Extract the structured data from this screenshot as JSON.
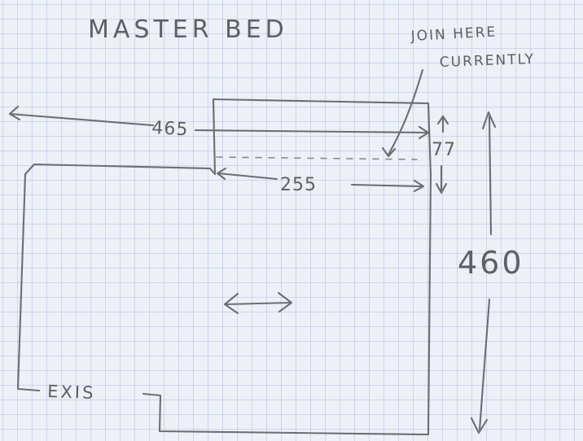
{
  "title": "MASTER BED",
  "note": {
    "line1": "JOIN HERE",
    "line2": "CURRENTLY"
  },
  "dimensions": {
    "top_width": "465",
    "strip_height": "77",
    "strip_width": "255",
    "total_height": "460"
  },
  "exit_label": "EXIS",
  "icons": {
    "double_arrow": "double-headed-arrow-icon",
    "pointer": "pointer-arrow-icon"
  },
  "colors": {
    "paper": "#eef0f7",
    "grid": "#8ca0cd",
    "pencil": "#6d6d72"
  }
}
